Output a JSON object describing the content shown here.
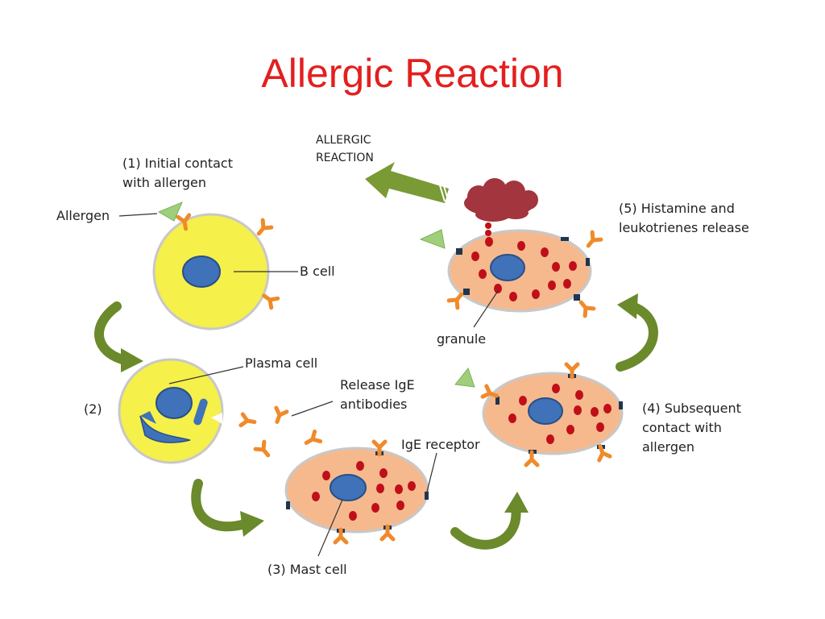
{
  "title": "Allergic Reaction",
  "labels": {
    "step1_line1": "(1) Initial contact",
    "step1_line2": "with allergen",
    "allergen": "Allergen",
    "b_cell": "B cell",
    "step2": "(2)",
    "plasma_cell": "Plasma cell",
    "release_line1": "Release IgE",
    "release_line2": "antibodies",
    "ige_receptor": "IgE receptor",
    "step3": "(3) Mast cell",
    "step4_line1": "(4) Subsequent",
    "step4_line2": "contact with",
    "step4_line3": "allergen",
    "step5_line1": "(5) Histamine and",
    "step5_line2": "leukotrienes release",
    "granule": "granule",
    "allergic_line1": "ALLERGIC",
    "allergic_line2": "REACTION"
  },
  "colors": {
    "title": "#e31f1f",
    "b_cell_fill": "#f5f04a",
    "mast_cell_fill": "#f6b98e",
    "nucleus": "#3f72b8",
    "granule": "#c00f18",
    "antibody": "#f08a2a",
    "receptor": "#1f3550",
    "arrow_green": "#6a8a2c",
    "allergen": "#9fcf7a",
    "cloud": "#a2353d"
  }
}
